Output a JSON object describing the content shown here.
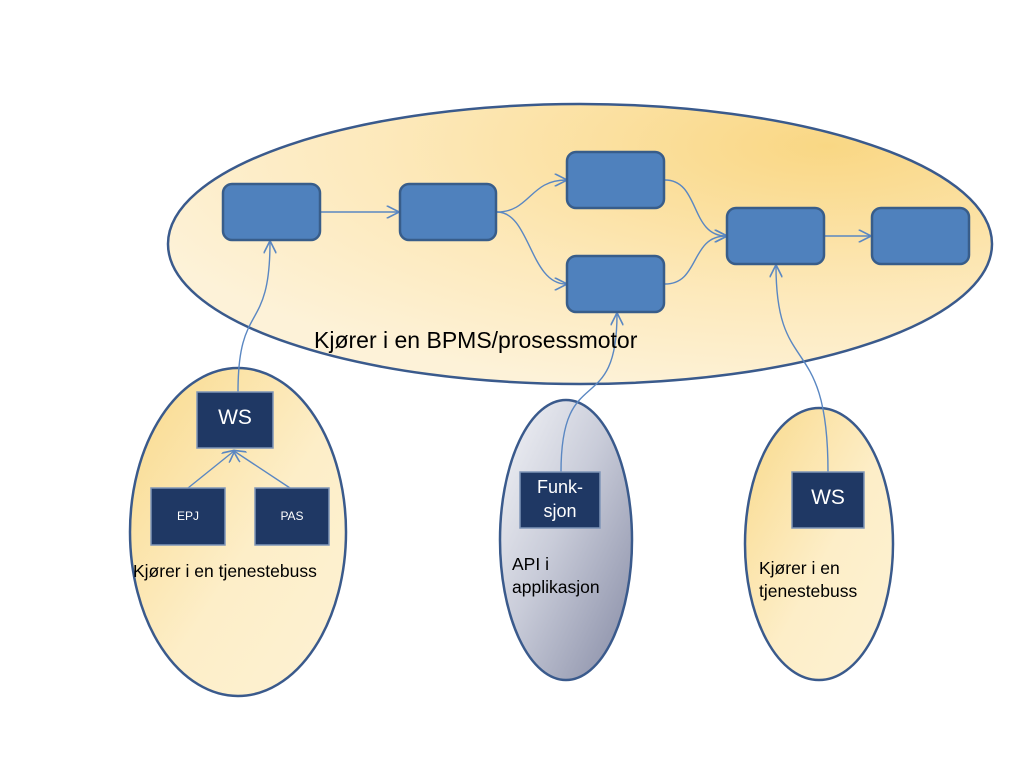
{
  "main_ellipse": {
    "label": "Kjører i en BPMS/prosessmotor"
  },
  "left_ellipse": {
    "label": "Kjører i en tjenestebuss",
    "ws_label": "WS",
    "epj_label": "EPJ",
    "pas_label": "PAS"
  },
  "middle_ellipse": {
    "label_line1": "API i",
    "label_line2": "applikasjon",
    "func_line1": "Funk-",
    "func_line2": "sjon"
  },
  "right_ellipse": {
    "label_line1": "Kjører i en",
    "label_line2": "tjenestebuss",
    "ws_label": "WS"
  },
  "colors": {
    "ellipse_fill_light": "#fdf2d4",
    "ellipse_fill_dark": "#f9d98a",
    "ellipse_stroke": "#3a5a8c",
    "process_box": "#4f81bd",
    "process_box_stroke": "#385d8a",
    "dark_box": "#1f3864",
    "gray_fill_light": "#f0f1f5",
    "gray_fill_dark": "#8e93ab",
    "connector": "#5a87c2"
  }
}
